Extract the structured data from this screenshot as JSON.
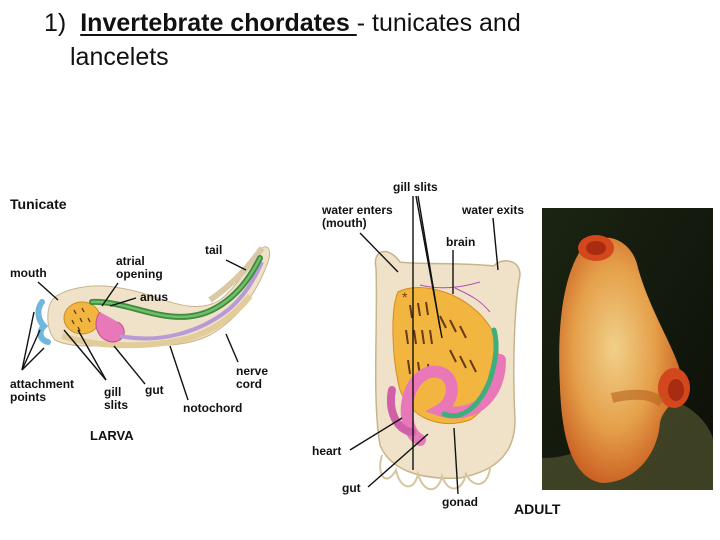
{
  "slide": {
    "title": {
      "number": "1)",
      "keyword": "Invertebrate chordates ",
      "rest": "- tunicates and",
      "line2": "lancelets"
    }
  },
  "larva_figure": {
    "heading": "Tunicate",
    "caption": "LARVA",
    "labels": {
      "mouth": "mouth",
      "atrial_opening_1": "atrial",
      "atrial_opening_2": "opening",
      "anus": "anus",
      "tail": "tail",
      "attachment_points_1": "attachment",
      "attachment_points_2": "points",
      "gill_slits_1": "gill",
      "gill_slits_2": "slits",
      "gut": "gut",
      "notochord": "notochord",
      "nerve_cord_1": "nerve",
      "nerve_cord_2": "cord"
    }
  },
  "adult_figure": {
    "caption": "ADULT",
    "labels": {
      "gill_slits": "gill slits",
      "water_enters_1": "water enters",
      "water_enters_2": "(mouth)",
      "water_exits": "water exits",
      "brain": "brain",
      "heart": "heart",
      "gut": "gut",
      "gonad": "gonad"
    }
  },
  "photo": {
    "subject": "adult-tunicate-photo"
  },
  "colors": {
    "tunic": "#efe2c8",
    "pharynx": "#f2b640",
    "gut": "#e878b8",
    "nerve_cord": "#4a9a48",
    "notochord": "#b79ad6",
    "attachment": "#6fb8dc",
    "photo_body": "#e08a3a"
  }
}
